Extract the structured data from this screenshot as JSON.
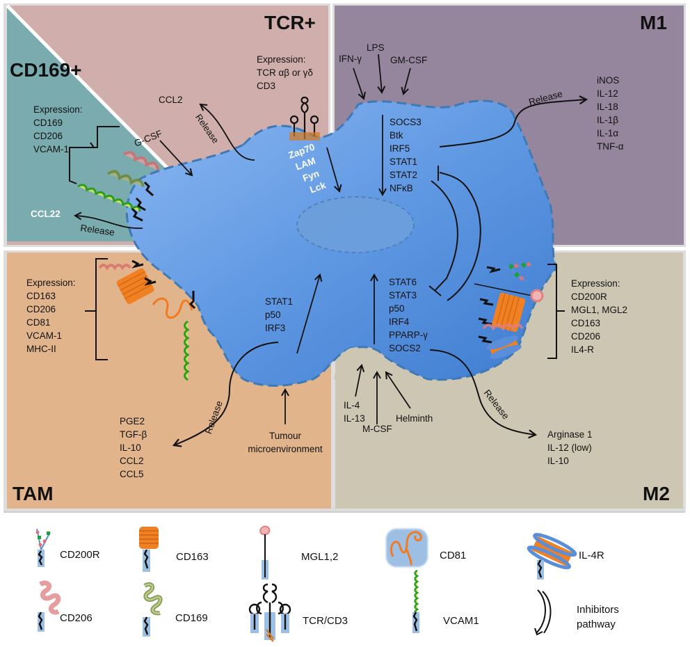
{
  "colors": {
    "tcr_panel": "#cfaeab",
    "cd169_panel": "#7aabae",
    "m1_panel": "#95869e",
    "tam_panel": "#e1b48c",
    "m2_panel": "#cdc6b2",
    "cell": "#5b95df",
    "cell_border": "#3f79b5"
  },
  "panels": {
    "tcr": {
      "title": "TCR+",
      "expression": [
        "Expression:",
        "TCR αβ or γδ",
        "CD3"
      ],
      "release_label": "Release",
      "release_target": "CCL2",
      "internal": [
        "Zap70",
        "LAM",
        "Fyn",
        "Lck"
      ]
    },
    "cd169": {
      "title": "CD169+",
      "expression": [
        "Expression:",
        "CD169",
        "CD206",
        "VCAM-1"
      ],
      "stimulus": "G-CSF",
      "release_label": "Release",
      "release_target": "CCL22"
    },
    "m1": {
      "title": "M1",
      "stimuli": [
        "IFN-γ",
        "LPS",
        "GM-CSF"
      ],
      "pathway": [
        "SOCS3",
        "Btk",
        "IRF5",
        "STAT1",
        "STAT2",
        "NFκB"
      ],
      "release_label": "Release",
      "released": [
        "iNOS",
        "IL-12",
        "IL-18",
        "IL-1β",
        "IL-1α",
        "TNF-α"
      ]
    },
    "tam": {
      "title": "TAM",
      "expression": [
        "Expression:",
        "CD163",
        "CD206",
        "CD81",
        "VCAM-1",
        "MHC-II"
      ],
      "pathway": [
        "STAT1",
        "p50",
        "IRF3"
      ],
      "stimulus": [
        "Tumour",
        "microenvironment"
      ],
      "release_label": "Release",
      "released": [
        "PGE2",
        "TGF-β",
        "IL-10",
        "CCL2",
        "CCL5"
      ]
    },
    "m2": {
      "title": "M2",
      "expression": [
        "Expression:",
        "CD200R",
        "MGL1, MGL2",
        "CD163",
        "CD206",
        "IL4-R"
      ],
      "pathway": [
        "STAT6",
        "STAT3",
        "p50",
        "IRF4",
        "PPARP-γ",
        "SOCS2"
      ],
      "stimuli": [
        "IL-4",
        "IL-13",
        "M-CSF",
        "Helminth"
      ],
      "release_label": "Release",
      "released": [
        "Arginase 1",
        "IL-12 (low)",
        "IL-10"
      ]
    }
  },
  "legend": [
    {
      "icon": "cd200r-receptor-icon",
      "label": "CD200R"
    },
    {
      "icon": "cd163-receptor-icon",
      "label": "CD163"
    },
    {
      "icon": "mgl-receptor-icon",
      "label": "MGL1,2"
    },
    {
      "icon": "cd81-receptor-icon",
      "label": "CD81"
    },
    {
      "icon": "il4r-receptor-icon",
      "label": "IL-4R"
    },
    {
      "icon": "cd206-receptor-icon",
      "label": "CD206"
    },
    {
      "icon": "cd169-receptor-icon",
      "label": "CD169"
    },
    {
      "icon": "tcr-cd3-receptor-icon",
      "label": "TCR/CD3"
    },
    {
      "icon": "vcam1-receptor-icon",
      "label": "VCAM1"
    },
    {
      "icon": "inhibitors-pathway-icon",
      "label": "Inhibitors\npathway"
    }
  ]
}
